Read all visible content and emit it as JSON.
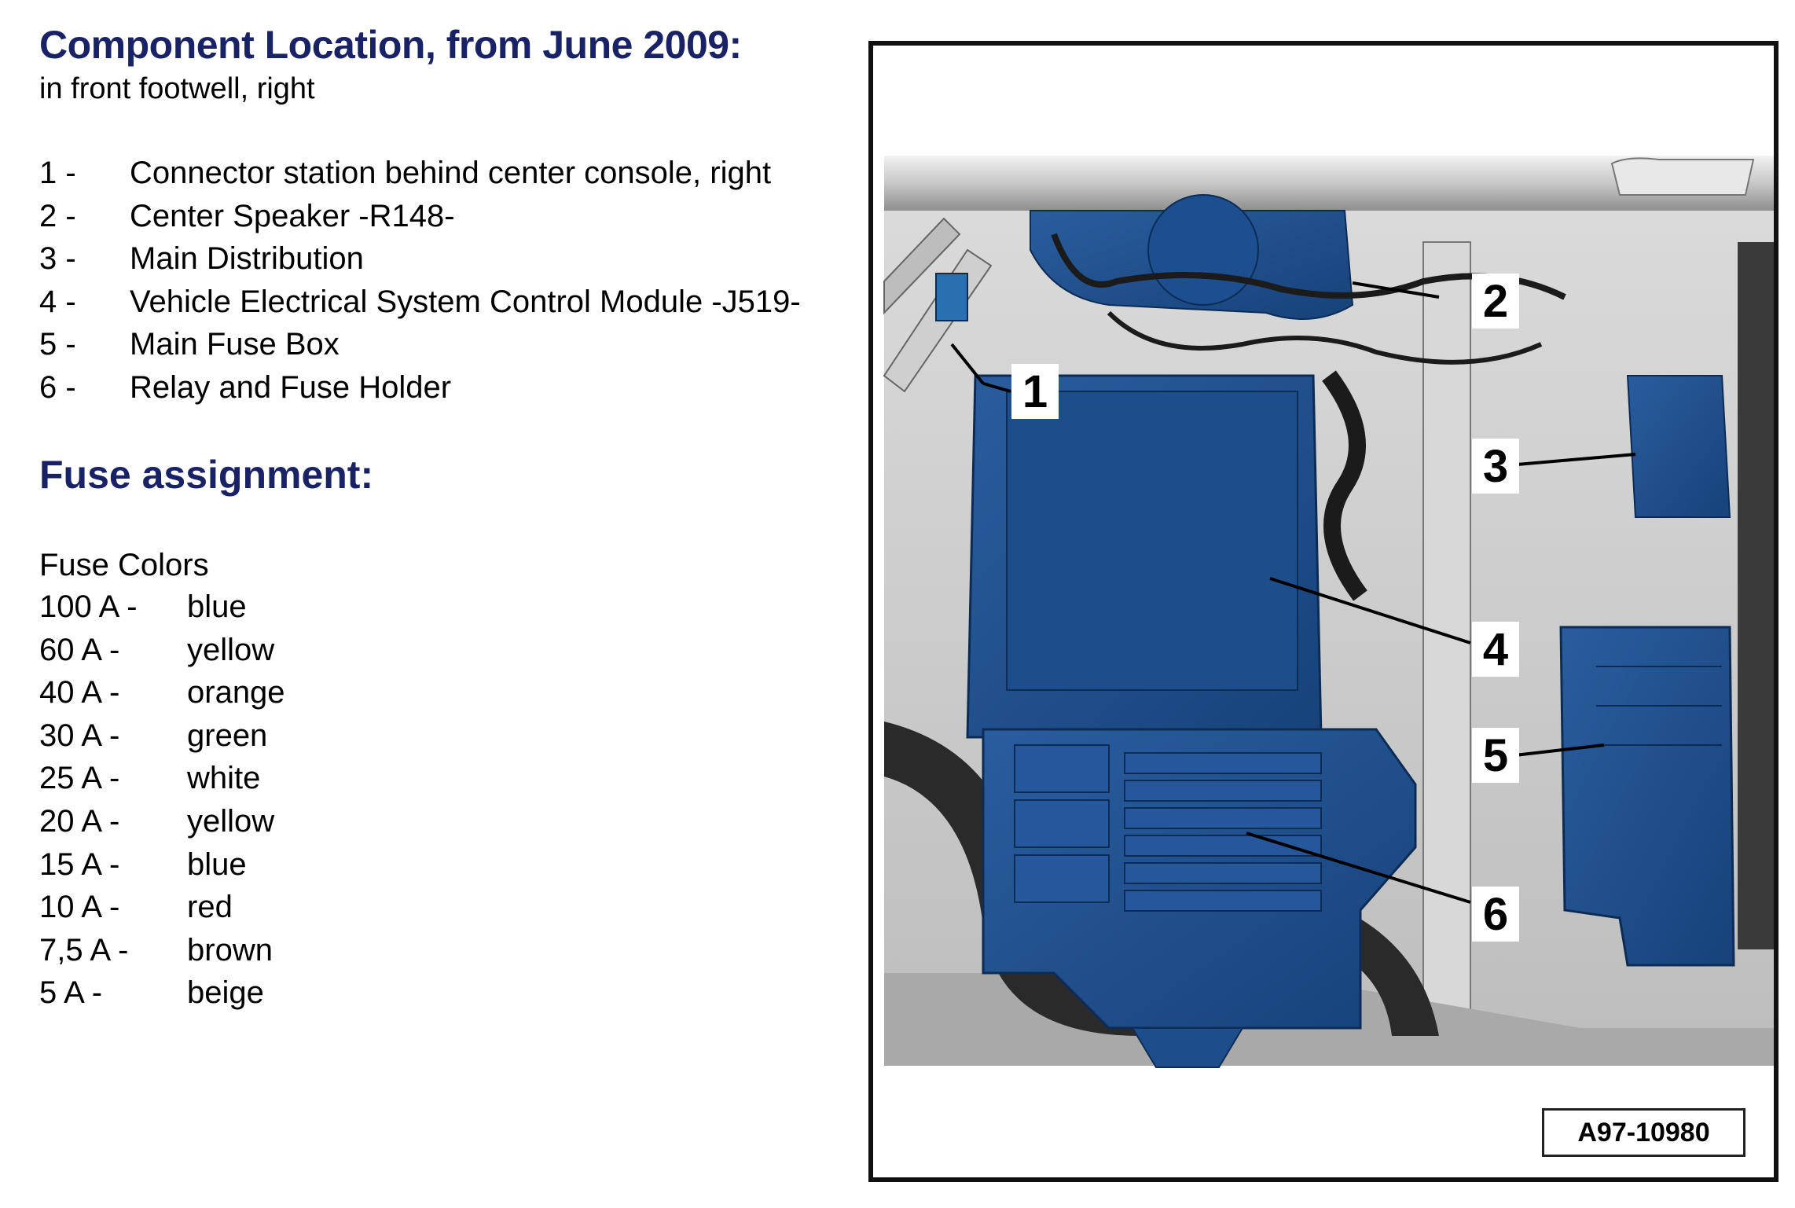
{
  "header": {
    "title": "Component Location, from June 2009:",
    "subtitle": "in front footwell, right"
  },
  "components": [
    {
      "num": "1 -",
      "label": "Connector station behind center console, right"
    },
    {
      "num": "2 -",
      "label": "Center Speaker -R148-"
    },
    {
      "num": "3 -",
      "label": "Main Distribution"
    },
    {
      "num": "4 -",
      "label": "Vehicle Electrical System Control Module -J519-"
    },
    {
      "num": "5 -",
      "label": "Main Fuse Box"
    },
    {
      "num": "6 -",
      "label": "Relay and Fuse Holder"
    }
  ],
  "fuse_section": {
    "heading": "Fuse assignment:",
    "colors_label": "Fuse Colors",
    "fuses": [
      {
        "amp": "100 A -",
        "color": "blue"
      },
      {
        "amp": "60 A -",
        "color": "yellow"
      },
      {
        "amp": "40 A -",
        "color": "orange"
      },
      {
        "amp": "30 A -",
        "color": "green"
      },
      {
        "amp": "25 A -",
        "color": "white"
      },
      {
        "amp": "20 A -",
        "color": "yellow"
      },
      {
        "amp": "15 A -",
        "color": "blue"
      },
      {
        "amp": "10 A -",
        "color": "red"
      },
      {
        "amp": "7,5 A -",
        "color": "brown"
      },
      {
        "amp": "5 A -",
        "color": "beige"
      }
    ]
  },
  "figure": {
    "id": "A97-10980",
    "callouts": [
      "1",
      "2",
      "3",
      "4",
      "5",
      "6"
    ],
    "colors": {
      "component": "#1e4d8c",
      "component_dark": "#153a6a",
      "frame": "#c9c9c9",
      "hose": "#2a2a2a"
    }
  }
}
